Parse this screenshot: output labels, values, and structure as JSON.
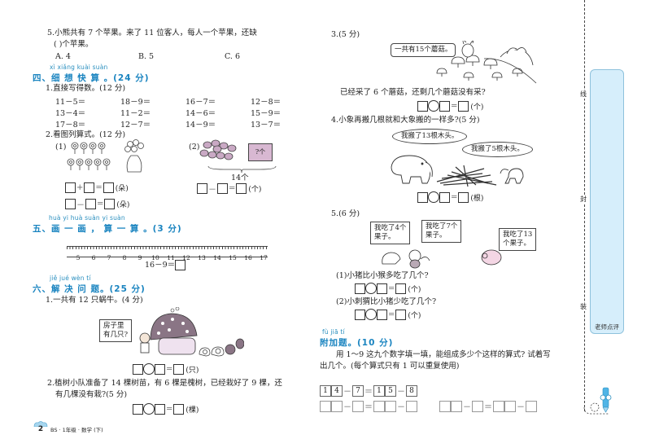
{
  "left": {
    "q5": {
      "text_line1": "5.小熊共有 7 个苹果。来了 11 位客人，每人一个苹果，还缺",
      "text_line2": "(      )个苹果。",
      "options": [
        "A. 4",
        "B. 5",
        "C. 6"
      ]
    },
    "section4": {
      "pinyin": "xì  xiǎng kuài suàn",
      "title": "四、细 想  快  算 。(24 分)",
      "q1_title": "1.直接写得数。(12 分)",
      "q1_items": [
        [
          "11－5＝",
          "18－9＝",
          "16－7＝",
          "12－8＝"
        ],
        [
          "13－4＝",
          "11－2＝",
          "14－6＝",
          "15－9＝"
        ],
        [
          "17－8＝",
          "12－7＝",
          "14－9＝",
          "13－7＝"
        ]
      ],
      "q2_title": "2.看图列算式。(12 分)",
      "q2_part1_label": "(1)",
      "q2_part2_label": "(2)",
      "q2_box_label": "?个",
      "q2_total_label": "14个",
      "q2_eq1_ops": [
        "+",
        "="
      ],
      "q2_eq2_ops": [
        "－",
        "="
      ],
      "q2_eq_unit": "(朵)",
      "q2_part2_ops": [
        "－",
        "="
      ],
      "q2_part2_unit": "(个)"
    },
    "section5": {
      "pinyin": "huà yi huà   suàn yi suàn",
      "title": "五、画 一 画 ， 算  一  算 。(3 分)",
      "ruler_numbers": [
        "5",
        "6",
        "7",
        "8",
        "9",
        "10",
        "11",
        "12",
        "13",
        "14",
        "15",
        "16",
        "17"
      ],
      "equation": "16－9＝"
    },
    "section6": {
      "pinyin": "jiě jué wèn  tí",
      "title": "六、解 决  问  题。(25 分)",
      "q1_title": "1.一共有 12 只蜗牛。(4 分)",
      "q1_bubble_line1": "房子里",
      "q1_bubble_line2": "有几只?",
      "q1_eq_sign": "=",
      "q1_unit": "(只)",
      "q2_line1": "2.植树小队准备了 14 棵树苗，有 6 棵是槐树，已经栽好了 9 棵，还",
      "q2_line2": "有几棵没有栽?(5 分)",
      "q2_eq_sign": "=",
      "q2_unit": "(棵)"
    },
    "footer": {
      "page_number": "2",
      "book_info": "BS · 1年级 · 数学 (下)"
    }
  },
  "right": {
    "q3": {
      "title": "3.(5 分)",
      "bubble": "一共有15个蘑菇。",
      "question": "已经采了 6 个蘑菇，还剩几个蘑菇没有采?",
      "eq_sign": "=",
      "unit": "(个)"
    },
    "q4": {
      "title": "4.小象再搬几根就和大象搬的一样多?(5 分)",
      "bubble_big": "我搬了13根木头。",
      "bubble_small": "我搬了5根木头。",
      "eq_sign": "=",
      "unit": "(根)"
    },
    "q5": {
      "title": "5.(6 分)",
      "bubble_hedgehog_line1": "我吃了4个",
      "bubble_hedgehog_line2": "果子。",
      "bubble_monkey_line1": "我吃了7个",
      "bubble_monkey_line2": "果子。",
      "bubble_pig_line1": "我吃了13",
      "bubble_pig_line2": "个果子。",
      "sub1": "(1)小猪比小猴多吃了几个?",
      "sub2": "(2)小刺猬比小猪少吃了几个?",
      "eq_sign": "=",
      "unit": "(个)"
    },
    "bonus": {
      "pinyin": "fù jiā  tí",
      "title": "附加题。(10 分)",
      "line1": "用 1～9 这九个数字填一填，能组成多少个这样的算式? 试着写",
      "line2": "出几个。(每个算式只有 1 可以重复使用)",
      "example_digits": [
        "1",
        "4",
        "7",
        "1",
        "5",
        "8"
      ],
      "ops": [
        "－",
        "＝",
        "－"
      ]
    }
  },
  "sidebar": {
    "cut_chars": [
      "装",
      "封",
      "线"
    ],
    "teacher_label": "老师点评"
  },
  "colors": {
    "section_blue": "#1a84c0",
    "pinyin_blue": "#2a8fbf",
    "panel_bg": "#d6eefb",
    "panel_border": "#8fc2dc"
  }
}
